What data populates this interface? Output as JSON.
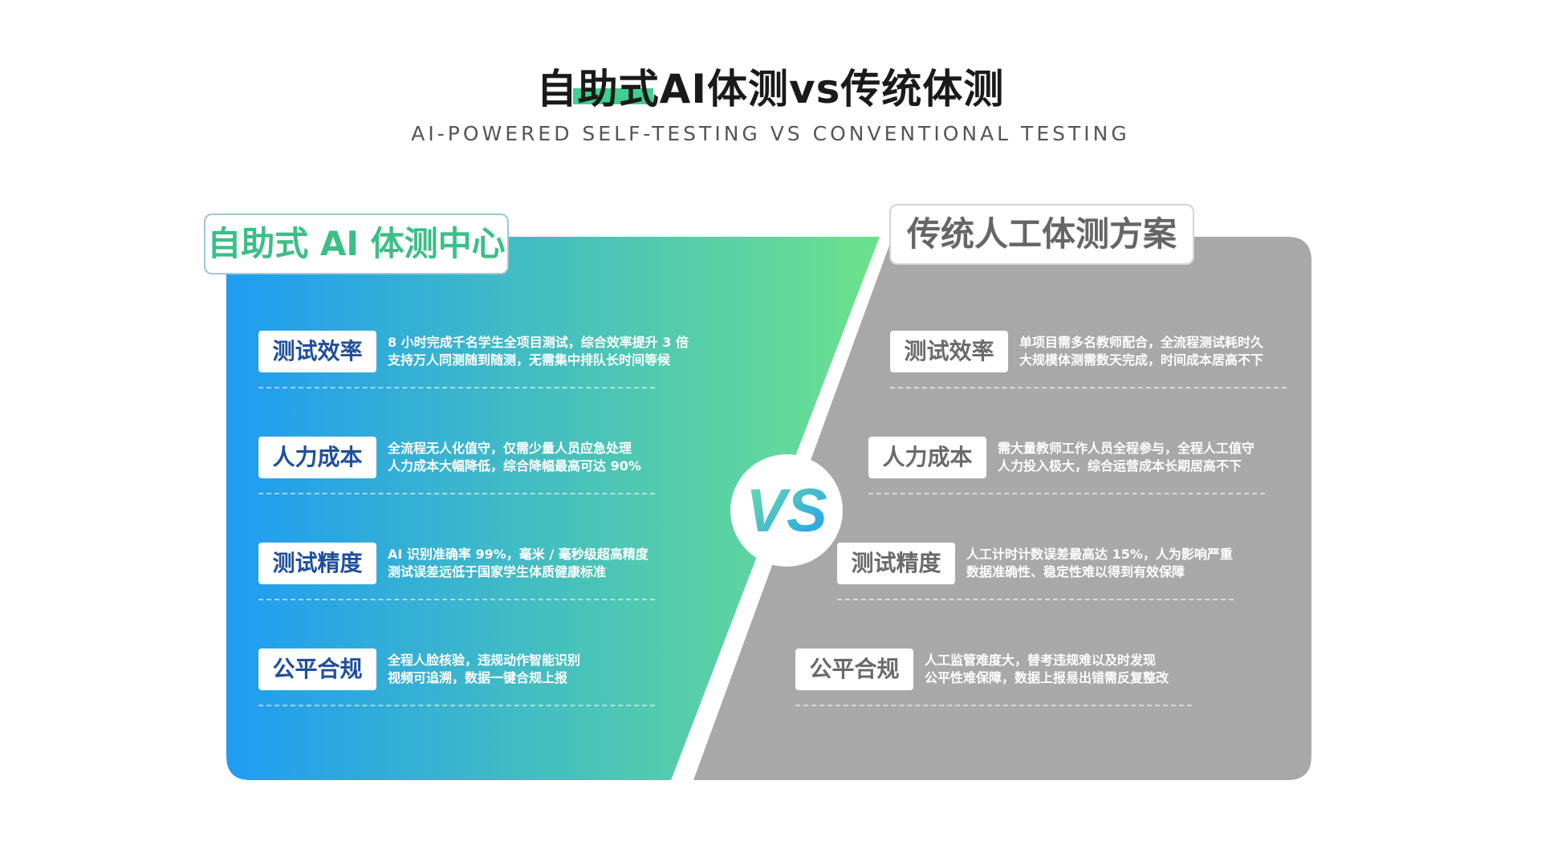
{
  "title": {
    "main": "自助式AI体测vs传统体测",
    "sub": "AI-POWERED SELF-TESTING VS CONVENTIONAL TESTING"
  },
  "left": {
    "heading": "自助式 AI 体测中心",
    "rows": [
      {
        "label": "测试效率",
        "lines": [
          "8 小时完成千名学生全项目测试，综合效率提升 3 倍",
          "支持万人同测随到随测，无需集中排队长时间等候"
        ]
      },
      {
        "label": "人力成本",
        "lines": [
          "全流程无人化值守，仅需少量人员应急处理",
          "人力成本大幅降低，综合降幅最高可达 90%"
        ]
      },
      {
        "label": "测试精度",
        "lines": [
          "AI 识别准确率 99%，毫米 / 毫秒级超高精度",
          "测试误差远低于国家学生体质健康标准"
        ]
      },
      {
        "label": "公平合规",
        "lines": [
          "全程人脸核验，违规动作智能识别",
          "视频可追溯，数据一键合规上报"
        ]
      }
    ]
  },
  "right": {
    "heading": "传统人工体测方案",
    "rows": [
      {
        "label": "测试效率",
        "lines": [
          "单项目需多名教师配合，全流程测试耗时久",
          "大规模体测需数天完成，时间成本居高不下"
        ]
      },
      {
        "label": "人力成本",
        "lines": [
          "需大量教师工作人员全程参与，全程人工值守",
          "人力投入极大，综合运营成本长期居高不下"
        ]
      },
      {
        "label": "测试精度",
        "lines": [
          "人工计时计数误差最高达 15%，人为影响严重",
          "数据准确性、稳定性难以得到有效保障"
        ]
      },
      {
        "label": "公平合规",
        "lines": [
          "人工监管难度大，替考违规难以及时发现",
          "公平性难保障，数据上报易出错需反复整改"
        ]
      }
    ]
  },
  "vs_label": "VS",
  "colors": {
    "blue": "#1f9cf2",
    "green": "#6ce28c",
    "gray": "#a8a8a8",
    "chip_text_left": "#1f4f9c",
    "chip_text_right": "#6a6a6a"
  }
}
